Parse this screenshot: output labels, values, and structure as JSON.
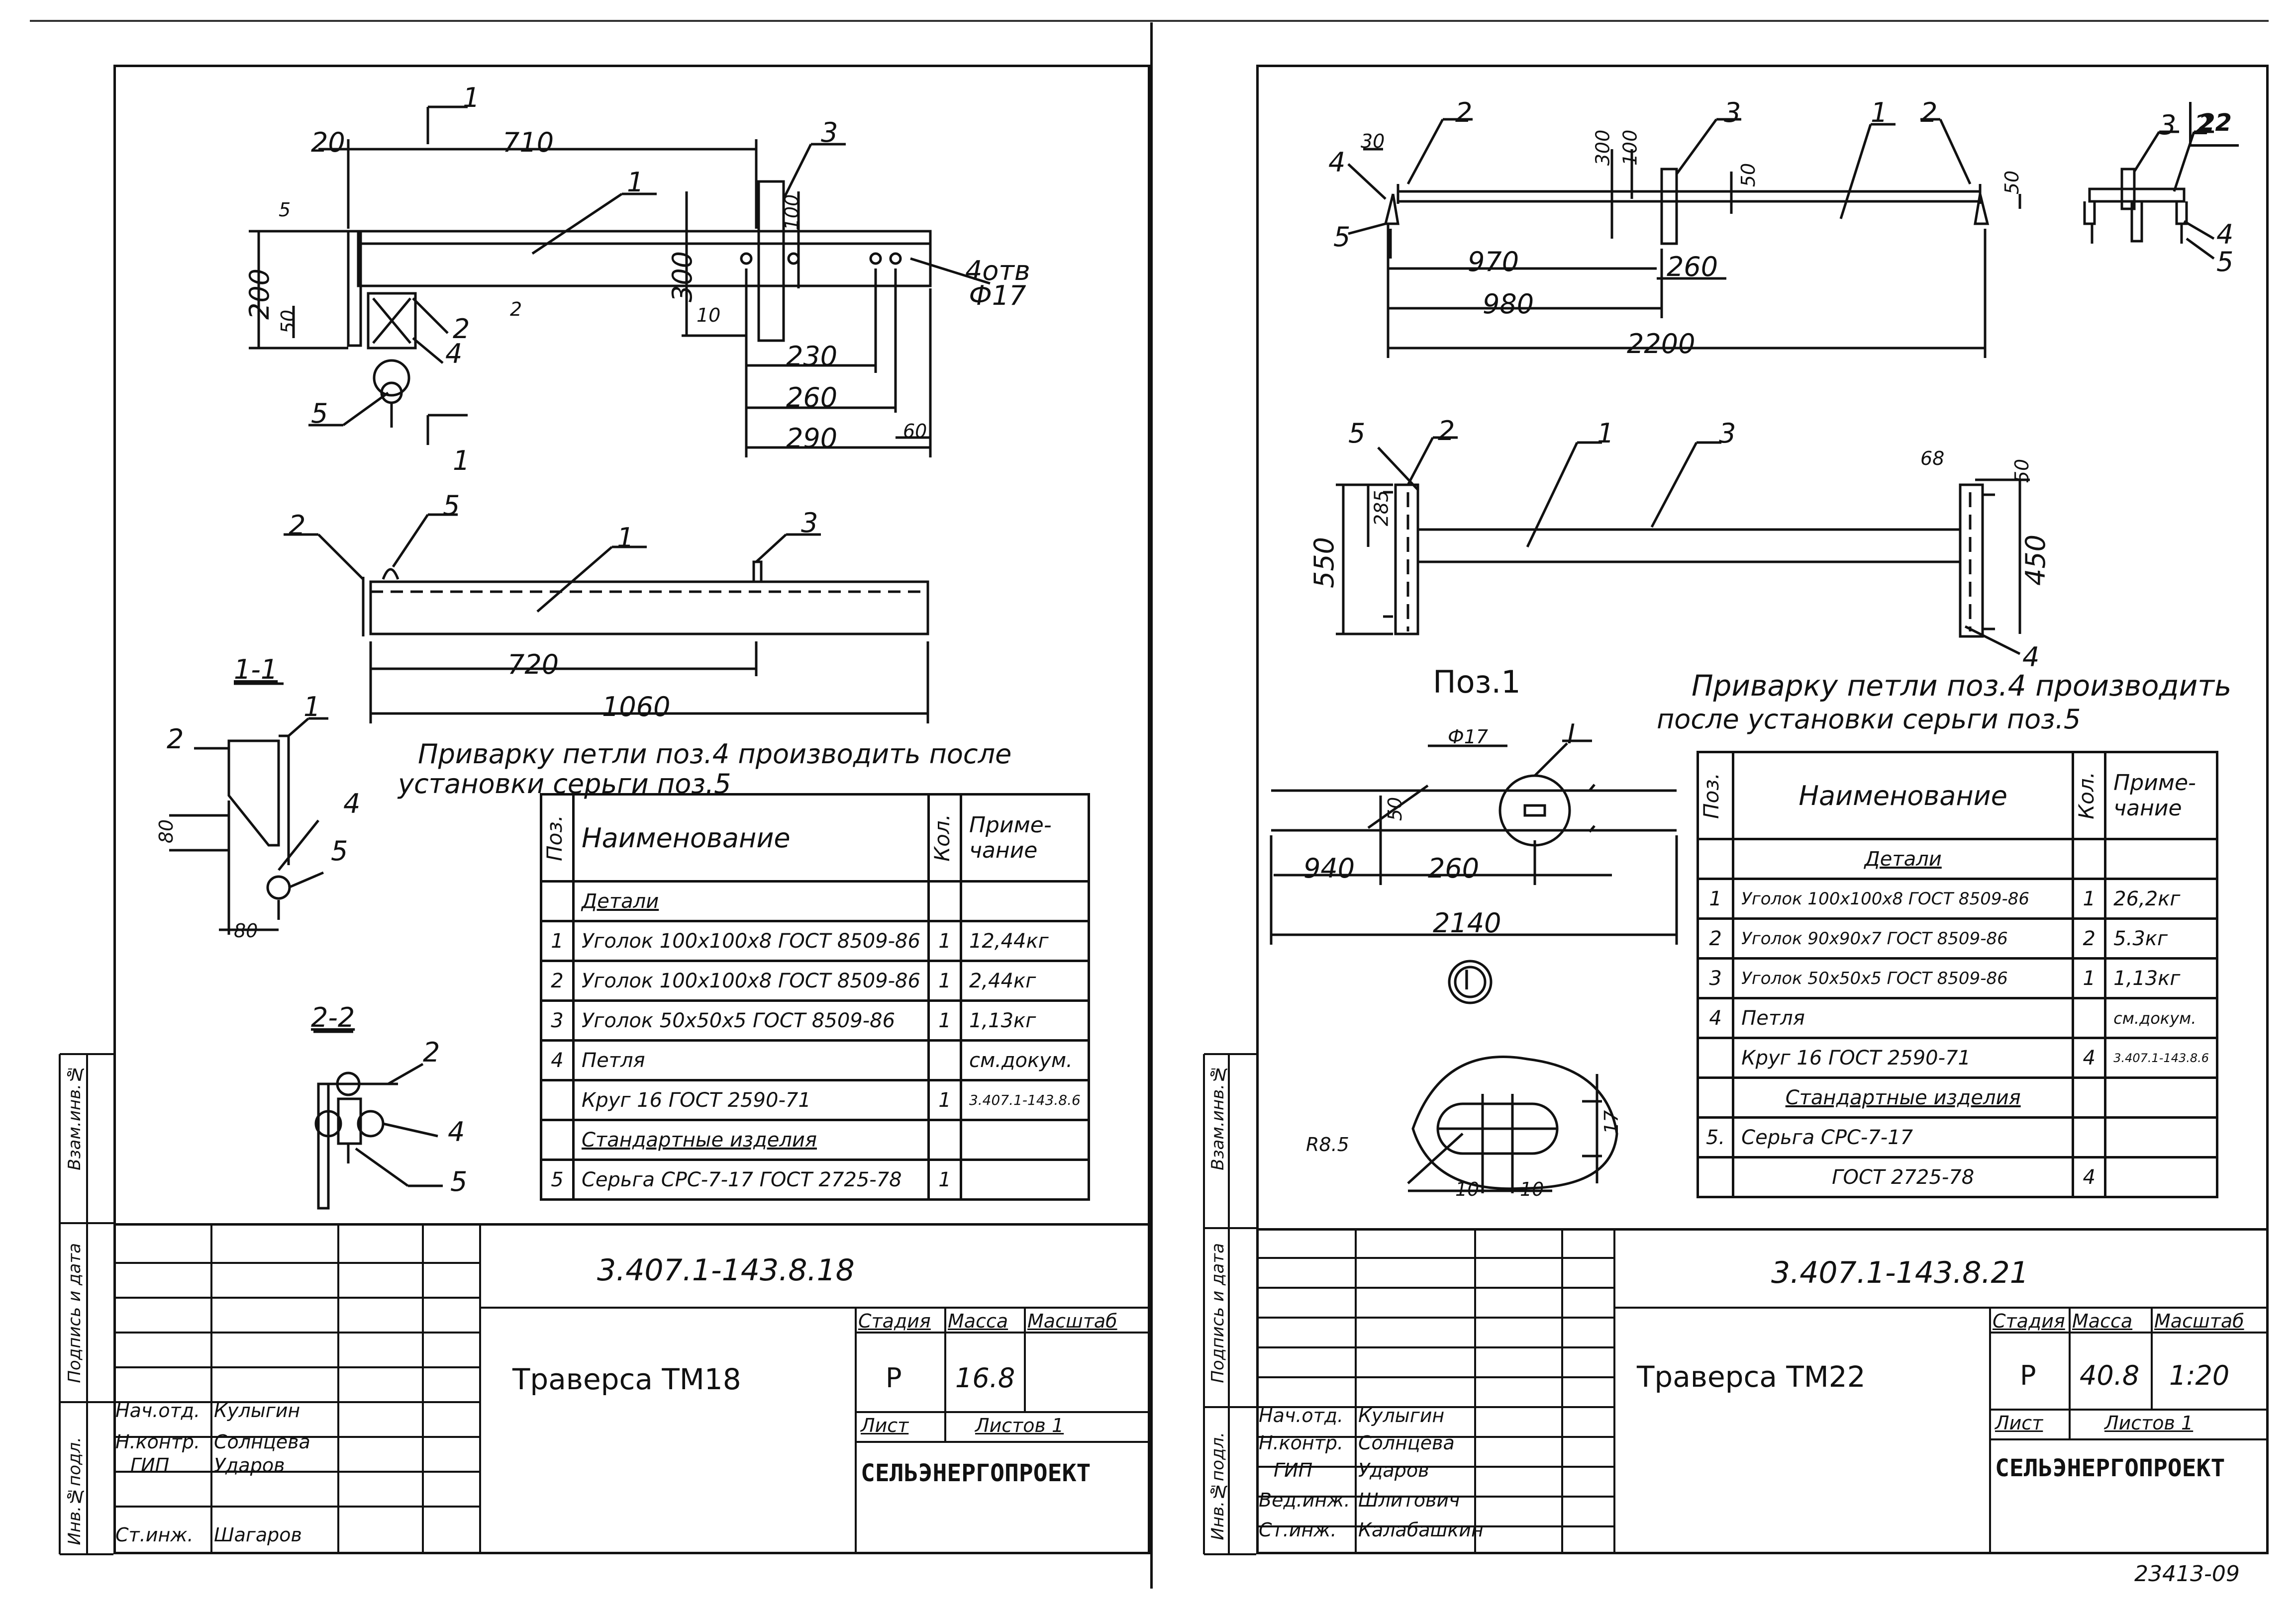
{
  "sheet_number": "22",
  "archive_number": "23413-09",
  "left": {
    "designation": "3.407.1-143.8.18",
    "title": "Траверса ТМ18",
    "stage_label": "Стадия",
    "mass_label": "Масса",
    "scale_label": "Масштаб",
    "stage": "Р",
    "mass": "16.8",
    "scale": "",
    "sheet_label": "Лист",
    "sheets_label": "Листов 1",
    "org": "СЕЛЬЭНЕРГОПРОЕКТ",
    "note": [
      "Приварку петли поз.4 производить после",
      "установки серьги поз.5"
    ],
    "table_headers": {
      "pos": "Поз.",
      "name": "Наименование",
      "qty": "Кол.",
      "note": "Приме- чание"
    },
    "section_details": "Детали",
    "section_standard": "Стандартные изделия",
    "rows": [
      {
        "pos": "1",
        "name": "Уголок 100x100x8 ГОСТ 8509-86",
        "qty": "1",
        "note": "12,44кг"
      },
      {
        "pos": "2",
        "name": "Уголок 100x100x8 ГОСТ 8509-86",
        "qty": "1",
        "note": "2,44кг"
      },
      {
        "pos": "3",
        "name": "Уголок 50x50x5 ГОСТ 8509-86",
        "qty": "1",
        "note": "1,13кг"
      },
      {
        "pos": "4",
        "name": "Петля",
        "qty": "",
        "note": "см.докум."
      },
      {
        "pos": "",
        "name": "Круг 16 ГОСТ 2590-71",
        "qty": "1",
        "note": "3.407.1-143.8.6"
      },
      {
        "pos": "5",
        "name": "Серьга СРС-7-17 ГОСТ 2725-78",
        "qty": "1",
        "note": ""
      }
    ],
    "staff": [
      {
        "role": "Нач.отд.",
        "name": "Кулыгин"
      },
      {
        "role": "Н.контр.",
        "name": "Солнцева"
      },
      {
        "role": "ГИП",
        "name": "Ударов"
      },
      {
        "role": "",
        "name": ""
      },
      {
        "role": "Ст.инж.",
        "name": "Шагаров"
      }
    ],
    "side_labels": [
      "Инв.№подл.",
      "Подпись и дата",
      "Взам.инв.№"
    ],
    "dims": {
      "d710": "710",
      "d20": "20",
      "d5": "5",
      "d200": "200",
      "d50": "50",
      "d300": "300",
      "d100": "100",
      "d10": "10",
      "d230": "230",
      "d260": "260",
      "d290": "290",
      "d60": "60",
      "d720": "720",
      "d1060": "1060",
      "d80a": "80",
      "d80b": "80",
      "hole": "4отв Ф17",
      "s11": "1",
      "s12": "1",
      "s2": "2",
      "sec11": "1-1",
      "sec22": "2-2"
    },
    "callouts": {
      "c1a": "1",
      "c2a": "2",
      "c3a": "3",
      "c4a": "4",
      "c5a": "5",
      "c1b": "1",
      "c2b": "2",
      "c3b": "3",
      "c5b": "5",
      "c1c": "1",
      "c2c": "2",
      "c4c": "4",
      "c5c": "5",
      "c2d": "2",
      "c4d": "4",
      "c5d": "5"
    }
  },
  "right": {
    "designation": "3.407.1-143.8.21",
    "title": "Траверса ТМ22",
    "stage_label": "Стадия",
    "mass_label": "Масса",
    "scale_label": "Масштаб",
    "stage": "Р",
    "mass": "40.8",
    "scale": "1:20",
    "sheet_label": "Лист",
    "sheets_label": "Листов 1",
    "org": "СЕЛЬЭНЕРГОПРОЕКТ",
    "note": [
      "Приварку петли поз.4 производить",
      "после установки серьги поз.5"
    ],
    "pos1_label": "Поз.1",
    "detail_mark": "I",
    "table_headers": {
      "pos": "Поз.",
      "name": "Наименование",
      "qty": "Кол.",
      "note": "Приме- чание"
    },
    "section_details": "Детали",
    "section_standard": "Стандартные изделия",
    "rows": [
      {
        "pos": "1",
        "name": "Уголок 100x100x8 ГОСТ 8509-86",
        "qty": "1",
        "note": "26,2кг"
      },
      {
        "pos": "2",
        "name": "Уголок 90x90x7 ГОСТ 8509-86",
        "qty": "2",
        "note": "5.3кг"
      },
      {
        "pos": "3",
        "name": "Уголок 50x50x5 ГОСТ 8509-86",
        "qty": "1",
        "note": "1,13кг"
      },
      {
        "pos": "4",
        "name": "Петля",
        "qty": "",
        "note": "см.докум."
      },
      {
        "pos": "",
        "name": "Круг 16 ГОСТ 2590-71",
        "qty": "4",
        "note": "3.407.1-143.8.6"
      },
      {
        "pos": "5.",
        "name": "Серьга СРС-7-17",
        "qty": "",
        "note": ""
      },
      {
        "pos": "",
        "name": "ГОСТ 2725-78",
        "qty": "4",
        "note": ""
      }
    ],
    "staff": [
      {
        "role": "Нач.отд.",
        "name": "Кулыгин"
      },
      {
        "role": "Н.контр.",
        "name": "Солнцева"
      },
      {
        "role": "ГИП",
        "name": "Ударов"
      },
      {
        "role": "Вед.инж.",
        "name": "Шлитович"
      },
      {
        "role": "Ст.инж.",
        "name": "Калабашкин"
      }
    ],
    "side_labels": [
      "Инв.№подл.",
      "Подпись и дата",
      "Взам.инв.№"
    ],
    "dims": {
      "d30": "30",
      "d300": "300",
      "d100": "100",
      "d50": "50",
      "d970": "970",
      "d260": "260",
      "d980": "980",
      "d2200": "2200",
      "d285": "285",
      "d550": "550",
      "d68": "68",
      "d50b": "50",
      "d450": "450",
      "d17": "Ф17",
      "d50c": "50",
      "d940": "940",
      "d260b": "260",
      "d2140": "2140",
      "r": "R8.5",
      "d17b": "17",
      "d10a": "10",
      "d10b": "10",
      "d50d": "50",
      "sI": "I"
    },
    "callouts": {
      "c1a": "1",
      "c2a": "2",
      "c2b": "2",
      "c3a": "3",
      "c4a": "4",
      "c5a": "5",
      "c3s": "3",
      "c2s": "2",
      "c4s": "4",
      "c5s": "5",
      "c1p": "1",
      "c2p": "2",
      "c3p": "3",
      "c4p": "4",
      "c5p": "5"
    }
  }
}
